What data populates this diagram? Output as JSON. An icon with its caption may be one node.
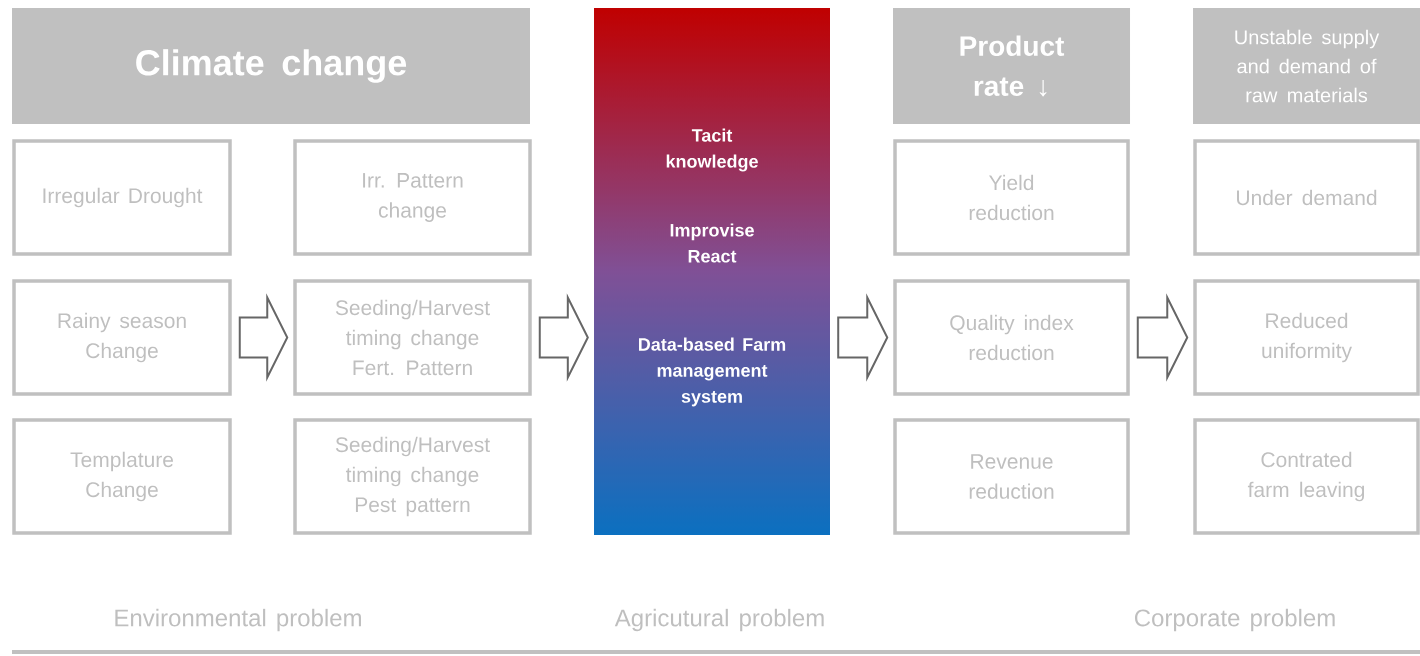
{
  "diagram": {
    "nodes": [
      {
        "text": [
          "Climate change"
        ]
      },
      {
        "text": [
          "Irregular Drought"
        ]
      },
      {
        "text": [
          "Irr. Pattern change"
        ]
      },
      {
        "text": [
          "Rainy season Change"
        ]
      },
      {
        "text": [
          "Seeding/Harvest timing change Fert. Pattern"
        ]
      },
      {
        "text": [
          "Templature Change"
        ]
      },
      {
        "text": [
          "Seeding/Harvest timing change Pest pattern"
        ]
      },
      {
        "text": [
          "Tacit knowledge",
          "Improvise React",
          "Data-based Farm management system"
        ]
      },
      {
        "text": [
          "Product rate ↓"
        ]
      },
      {
        "text": [
          "Unstable supply and demand of raw materials"
        ]
      },
      {
        "text": [
          "Yield reduction"
        ]
      },
      {
        "text": [
          "Under demand"
        ]
      },
      {
        "text": [
          "Quality index reduction"
        ]
      },
      {
        "text": [
          "Reduced uniformity"
        ]
      },
      {
        "text": [
          "Revenue reduction"
        ]
      },
      {
        "text": [
          "Contrated farm leaving"
        ]
      }
    ],
    "edges": [
      {
        "from": 3,
        "to": 4,
        "arrow": "to"
      },
      {
        "from": 4,
        "to": 7,
        "arrow": "to"
      },
      {
        "from": 7,
        "to": 12,
        "arrow": "to"
      },
      {
        "from": 12,
        "to": 13,
        "arrow": "to"
      }
    ],
    "labels": [
      "Environmental problem",
      "Agricutural problem",
      "Corporate problem"
    ]
  }
}
